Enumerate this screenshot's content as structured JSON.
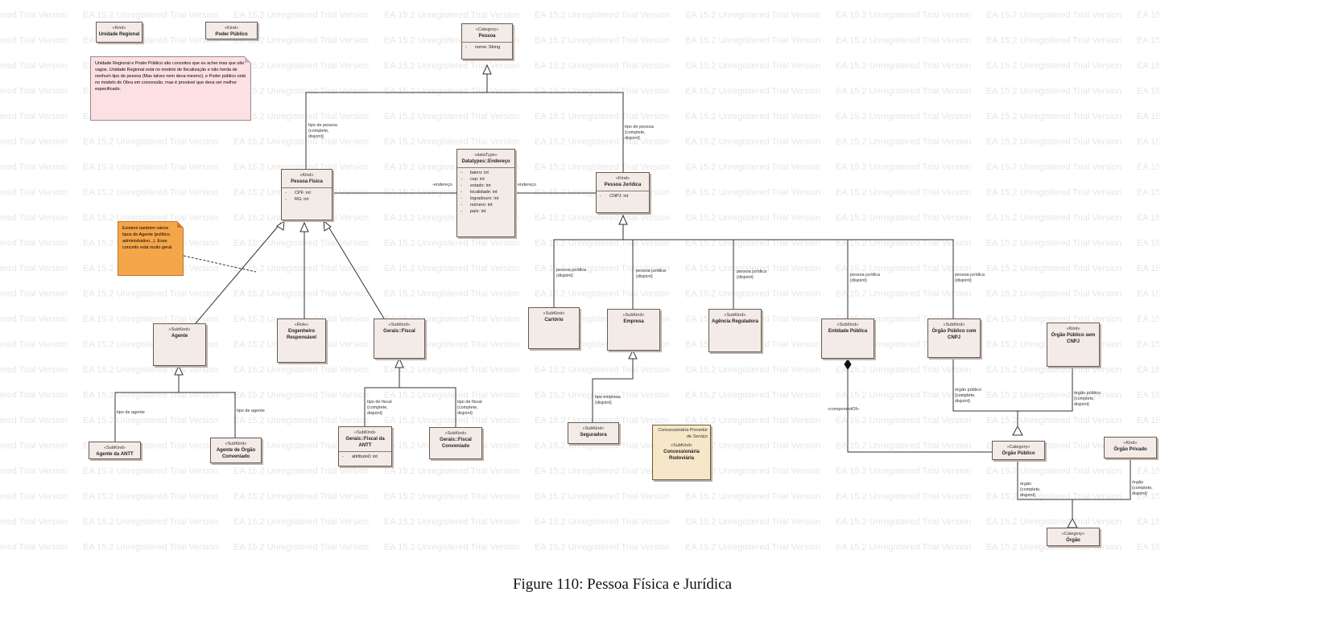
{
  "watermark": "EA 15.2 Unregistered Trial Version",
  "caption": "Figure 110: Pessoa Física e Jurídica",
  "notes": {
    "pink": "Unidade Regional e Poder Público são conceitos que eu achei mas que são vagos. Unidade Regional está no modelo de fiscalização e não herda de nenhum tipo de pessoa (Mas talvez nem deva mesmo), e Poder público está no modelo de Obra em concessão, mas é provável que deva ser melhor especificado.",
    "orange": "Existem também vários tipos de Agente (político, administrativo...). Esse conceito está muito geral."
  },
  "classes": {
    "unidade_regional": {
      "stereotype": "«Kind»",
      "name": "Unidade Regional"
    },
    "poder_publico": {
      "stereotype": "«Kind»",
      "name": "Poder Público"
    },
    "pessoa": {
      "stereotype": "«Category»",
      "name": "Pessoa",
      "attrs": [
        "nome: String"
      ]
    },
    "pessoa_fisica": {
      "stereotype": "«Kind»",
      "name": "Pessoa Física",
      "attrs": [
        "CPF: int",
        "RG: int"
      ]
    },
    "endereco": {
      "stereotype": "«dataType»",
      "name": "Datatypes::Endereço",
      "attrs": [
        "bairro: int",
        "cep: int",
        "estado: int",
        "localidade: int",
        "logradouro: int",
        "número: int",
        "país: int"
      ]
    },
    "pessoa_juridica": {
      "stereotype": "«Kind»",
      "name": "Pessoa Jurídica",
      "attrs": [
        "CNPJ: int"
      ]
    },
    "agente": {
      "stereotype": "«SubKind»",
      "name": "Agente"
    },
    "engenheiro": {
      "stereotype": "«Role»",
      "name": "Engenheiro Responsável"
    },
    "gerais_fiscal": {
      "stereotype": "«SubKind»",
      "name": "Gerais::Fiscal"
    },
    "cartorio": {
      "stereotype": "«SubKind»",
      "name": "Cartório"
    },
    "empresa": {
      "stereotype": "«SubKind»",
      "name": "Empresa"
    },
    "agencia": {
      "stereotype": "«SubKind»",
      "name": "Agência Reguladora"
    },
    "entidade": {
      "stereotype": "«SubKind»",
      "name": "Entidade Pública"
    },
    "orgao_cnpj": {
      "stereotype": "«SubKind»",
      "name": "Órgão Público com CNPJ"
    },
    "orgao_sem_cnpj": {
      "stereotype": "«Kind»",
      "name": "Órgão Público sem CNPJ"
    },
    "agente_antt": {
      "stereotype": "«SubKind»",
      "name": "Agente da ANTT"
    },
    "agente_orgao": {
      "stereotype": "«SubKind»",
      "name": "Agente de Órgão Conveniado"
    },
    "fiscal_antt": {
      "stereotype": "«SubKind»",
      "name": "Gerais::Fiscal da ANTT",
      "attrs": [
        "attribute0: int"
      ]
    },
    "fiscal_conv": {
      "stereotype": "«SubKind»",
      "name": "Gerais::Fiscal Conveniado"
    },
    "seguradora": {
      "stereotype": "«SubKind»",
      "name": "Seguradora"
    },
    "concessionaria": {
      "stereotype_top": "Concessionária Provedor de Serviço",
      "stereotype": "«SubKind»",
      "name": "Concessionária Rodoviária"
    },
    "orgao_publico": {
      "stereotype": "«Category»",
      "name": "Órgão Público"
    },
    "orgao_privado": {
      "stereotype": "«Kind»",
      "name": "Órgão Privado"
    },
    "orgao": {
      "stereotype": "«Category»",
      "name": "Órgão"
    }
  },
  "labels": {
    "gs_pessoa_left": "tipo de pessoa\n{complete,\ndisjoint}",
    "gs_pessoa_right": "tipo de pessoa\n{complete,\ndisjoint}",
    "endereco_left": "-endereço",
    "endereco_right": "endereço",
    "pj_cartorio": "pessoa jurídica\n{disjoint}",
    "pj_empresa": "pessoa jurídica\n{disjoint}",
    "pj_agencia": "pessoa jurídica\n{disjoint}",
    "pj_entidade": "pessoa jurídica\n{disjoint}",
    "pj_orgao": "pessoa jurídica\n{disjoint}",
    "tipo_agente_left": "tipo de agente",
    "tipo_agente_right": "tipo de agente",
    "tipo_fiscal_left": "tipo de fiscal\n{complete,\ndisjoint}",
    "tipo_fiscal_right": "tipo de fiscal\n{complete,\ndisjoint}",
    "tipo_empresa": "tipo empresa\n{disjoint}",
    "component_of": "«componentOf»",
    "orgao_publico_left": "órgão público\n{complete,\ndisjoint}",
    "orgao_publico_right": "órgão público\n{complete,\ndisjoint}",
    "orgao_left": "órgão\n{complete,\ndisjoint}",
    "orgao_right": "órgão\n{complete,\ndisjoint}"
  }
}
